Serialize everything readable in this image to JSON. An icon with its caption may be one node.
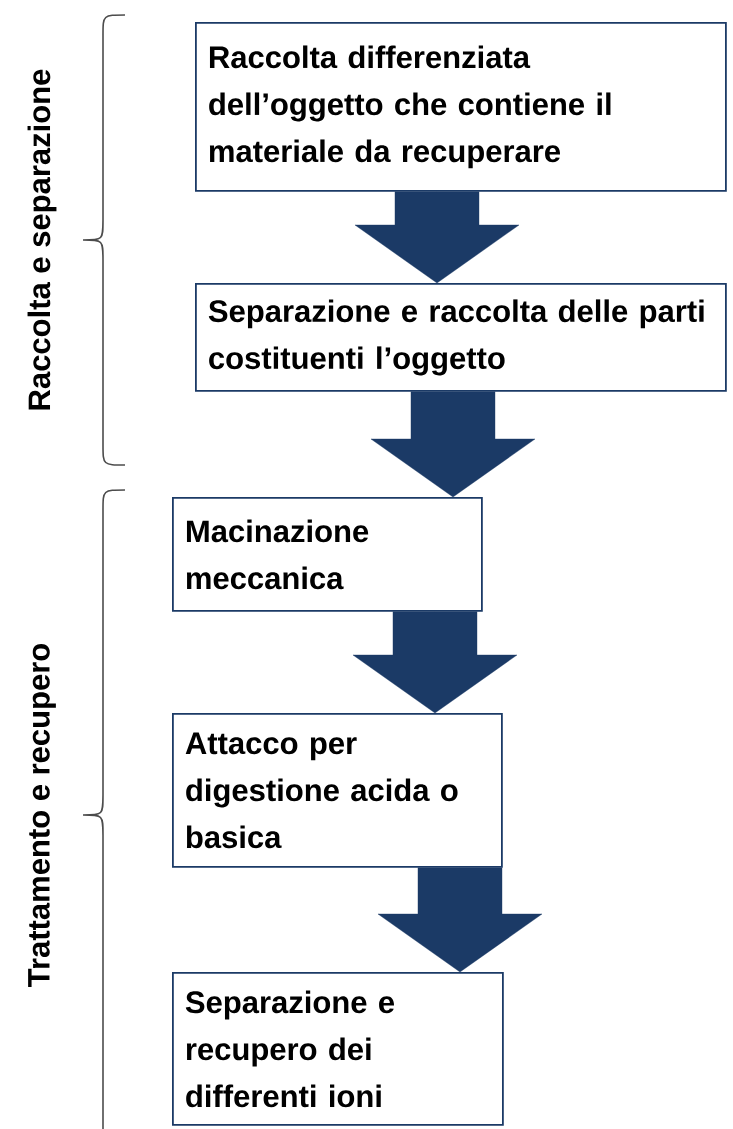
{
  "diagram": {
    "nodes": [
      {
        "text": [
          "Raccolta differenziata dell’oggetto che contiene il materiale da recuperare"
        ]
      },
      {
        "text": [
          "Separazione e raccolta delle parti costituenti l’oggetto"
        ]
      },
      {
        "text": [
          "Macinazione meccanica"
        ]
      },
      {
        "text": [
          "Attacco per digestione acida o basica"
        ]
      },
      {
        "text": [
          "Separazione e recupero dei differenti ioni"
        ]
      }
    ],
    "edges": [
      {
        "from": 0,
        "to": 1,
        "arrow": "to"
      },
      {
        "from": 1,
        "to": 2,
        "arrow": "to"
      },
      {
        "from": 2,
        "to": 3,
        "arrow": "to"
      },
      {
        "from": 3,
        "to": 4,
        "arrow": "to"
      }
    ],
    "labels": [
      "Raccolta e separazione",
      "Trattamento e recupero"
    ]
  }
}
